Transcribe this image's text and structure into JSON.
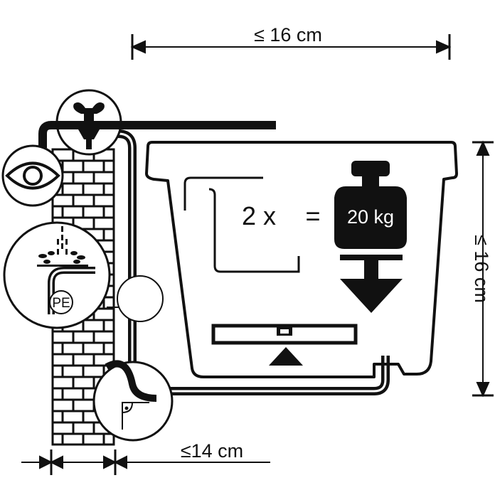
{
  "dimensions": {
    "top_width": "≤ 16 cm",
    "right_height": "≤ 16 cm",
    "bottom_depth": "≤14 cm"
  },
  "load": {
    "multiplier": "2 x",
    "equals": "=",
    "weight": "20 kg"
  },
  "material": {
    "badge": "PE"
  },
  "colors": {
    "ink": "#111111",
    "background": "#ffffff"
  },
  "icons": [
    "wing-screw-icon",
    "eye-icon",
    "water-drops-icon",
    "weight-icon",
    "down-arrow-icon",
    "spirit-level-icon",
    "right-angle-icon",
    "brick-wall"
  ]
}
